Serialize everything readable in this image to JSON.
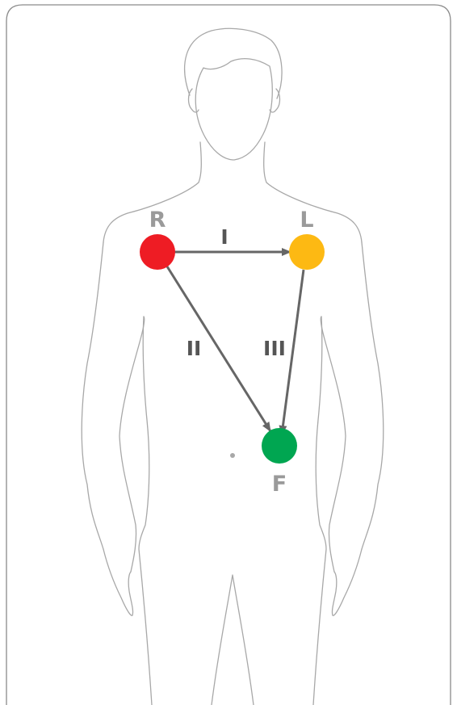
{
  "electrodes": {
    "right_arm": {
      "label": "R",
      "color": "#ee1c24"
    },
    "left_arm": {
      "label": "L",
      "color": "#fdb913"
    },
    "left_leg": {
      "label": "F",
      "color": "#00a651"
    }
  },
  "leads": {
    "lead_1": {
      "label": "I",
      "from": "R",
      "to": "L"
    },
    "lead_2": {
      "label": "II",
      "from": "R",
      "to": "F"
    },
    "lead_3": {
      "label": "III",
      "from": "L",
      "to": "F"
    }
  },
  "colors": {
    "body_outline": "#a8a8a8",
    "frame_border": "#8a8a8a",
    "arrow": "#666666",
    "electrode_label": "#9a9a9a",
    "lead_label": "#555555"
  }
}
